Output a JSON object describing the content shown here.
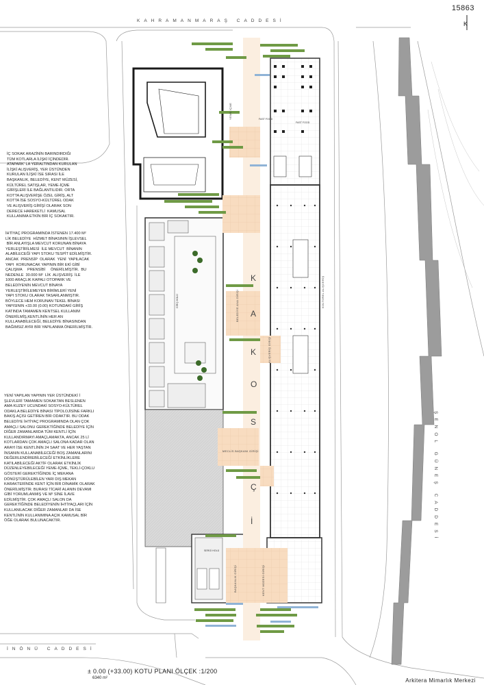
{
  "sheet_number": "15863",
  "north_symbol": "K",
  "streets": {
    "top": "KAHRAMANMARAŞ CADDESİ",
    "bottom": "İNÖNÜ CADDESİ",
    "right": "ŞENOL GÜNEŞ CADDESİ"
  },
  "paragraphs": {
    "p1": "İÇ SOKAK ARAZİNİN BARINDIRDIĞI\nTÜM KOTLARLA İLİŞKİ İÇİNDEDİR.\nATAPARK' LA YERALTINDAN KURULAN\nİLİŞKİ ALIŞVERİŞ, YER ÜSTÜNDEN\nKURULAN İLİŞKİ İSE SIRASI İLE\nBAŞKANLIK, BELEDİYE, KENT MÜZESİ,\nKÜLTÜREL SATIŞLAR, YEME-İÇME\nGİRİŞLERİ İLE BAĞLANTILIDIR. ORTA\nKOTTA ALIŞVERİŞE ÖZEL GİRİŞ, ALT\nKOTTA İSE SOSYO-KÜLTÜREL ODAK\nVE ALIŞVERİŞ GİRİŞİ OLARAK SON\nDERECE HAREKETLİ  KAMUSAL\nKULLANIMA ETKİN BİR İÇ SOKAKTIR.",
    "p2": "İHTİYAÇ PROGRAMINDA İSTENEN 17.400 M²\nLİK BELEDİYE  HİZMET BİNASININ İŞLEVSEL\n BİR ANLAYIŞLA MEVCUT KORUNAN BİNAYA\nYERLEŞTİRİLMESİ  İLE MEVCUT  BİNANIN\nALABİLECEĞİ YAPI STOKU TESPİT EDİLMİŞTİR.\nANCAK  PRENSİP  OLARAK  YENİ  YAPILACAK\nYAPI  KORUNACAK YAPININ BİR EKİ GİBİ\nÇALIŞMA     PRENSİBİ     ÖNERİLMİŞTİR.  BU\nNEDENLE  30.000 M²  LİK  ALIŞVERİŞ  İLE\n1000 ARAÇLIK KAPALI OTOPARK VE\nBELEDİYENİN MEVCUT BİNAYA\nYERLEŞTİRİLEMEYEN BİRİMLERİ YENİ\nYAPI STOKU OLARAK TASARLANMIŞTIR.\nBÖYLECE HEM KORUNAN TEKEL BİNASI\nYAPISININ +33.00 (0.00) KOTUNDAKİ GİRİŞ\nKATINDA TAMAMEN KENTSEL KULLANIM\nÖNERİLMİŞ,KENTLİNİN HER AN\nKULLANABİLECEĞİ, BELEDİYE BİNASINDAN\nBAĞIMSIZ AYRI BİR YAPILANMA ÖNERİLMİŞTİR.",
    "p3": "YENİ YAPILAN YAPININ YER ÜSTÜNDEKİ İ\nŞLEVLERİ TAMAMEN SOKAKTAN BESLENEN\nAMA KUZEY UCUNDAKİ SOSYO-KÜLTÜREL\nODAKLA BELEDİYE BİNASI TİPOLOJİSİNE FARKLI\nBAKIŞ AÇISI GETİREN BİR ODAKTIR. BU ODAK\nBELEDİYE İHTİYAÇ PROGRAMINDA OLAN ÇOK\nAMAÇLI SALONU GEREKTİĞİNDE BELEDİYE İÇİN\nDİĞER ZAMANLARDA TÜM KENTLİ İÇİN\nKULLANDIRMAYI AMAÇLAMAKTA, ANCAK 25 Lİ\nKOTLARDAN ÇOK AMAÇLI SALONA KADAR OLAN\nARAYI İSE KENTLİNİN 24 SAAT VE HER YAŞTAN\nİNSANIN KULLANABİLECEĞİ BOŞ ZAMANLARINI\nDEĞERLENDİREBİLECEĞİ ETKİNLİKLERE\nKATILABİLECEĞİ AKTİF OLARAK ETKİNLİK\nDÜZENLEYEBİLECEĞİ YEME-İÇME, TEKLİ-ÇOKLU\nGÖSTERİ GEREKTİĞİNDE İÇ MEKANA\nDÖNÜŞTÜRÜLEBİLEN YARI DIŞ MEKAN\nKARAKTERİNDE KENT İÇİN BİR DİNAMİK OLARAK\nÖNERİLMİŞTİR. BURASI TİCARİ ALANIN DEVAMI\nGİBİ YORUMLANMIŞ VE M² SİNE İLAVE\nEDİLMİŞTİR. ÇOK AMAÇLI SALON DA\nGEREKTİĞİNDE BELEDİYENİN İHTİYAÇLARI İÇİN\nKULLANILACAK DİĞER ZAMANLAR DA İSE\nKENTLİNİN KULLANIMINA AÇIK KAMUSAL BİR\nÖĞE OLARAK BULUNACAKTIR."
  },
  "plan_labels": {
    "ic_sokak_letters": [
      "İ",
      "Ç",
      "S",
      "O",
      "K",
      "A",
      "K"
    ],
    "yeme_icme": "YEME İÇME",
    "fast_food": "FAST FOOD",
    "belediye_ana_girisi": "BELEDİYE ANA GİRİŞİ",
    "alisveris_girisi": "ALIŞVERİŞ GİRİŞİ",
    "meclis_baskani_girisi": "MECLİS BAŞKANI GİRİŞİ",
    "baskanlik_girisi": "BAŞKANLIK GİRİŞİ",
    "kent_muzesi_girisi": "KENT MÜZESİ GİRİŞİ",
    "kulturel_alisveris": "KÜLTÜREL ALIŞVERİŞ",
    "sergi_holu": "SERGİ HOLÜ",
    "giris_holu": "GİRİŞ HOLÜ"
  },
  "footer": {
    "title": "± 0.00 (+33.00) KOTU PLANI ÖLÇEK :1/200",
    "area": "6340 m²"
  },
  "credit": "Arkitera Mimarlık Merkezi",
  "colors": {
    "green_bar": "#6f9a45",
    "blue_bar": "#8fb3d6",
    "peach_paving": "#f7dcc0",
    "gray_hatch": "#d6d6d6",
    "wall": "#222222"
  }
}
